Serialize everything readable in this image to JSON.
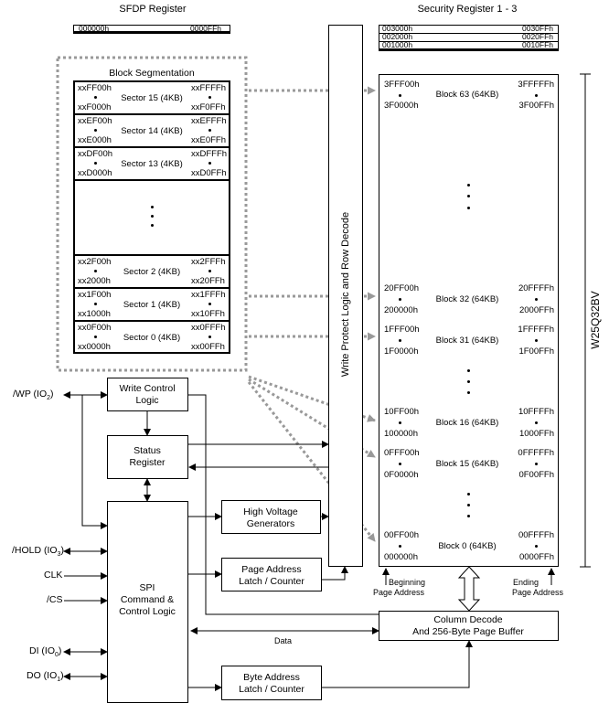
{
  "sfdp": {
    "title": "SFDP Register",
    "start": "000000h",
    "end": "0000FFh"
  },
  "security": {
    "title": "Security Register 1 - 3",
    "rows": [
      {
        "start": "003000h",
        "end": "0030FFh"
      },
      {
        "start": "002000h",
        "end": "0020FFh"
      },
      {
        "start": "001000h",
        "end": "0010FFh"
      }
    ]
  },
  "segmentation": {
    "title": "Block Segmentation",
    "sectors": [
      {
        "tl": "xxFF00h",
        "tr": "xxFFFFh",
        "label": "Sector 15 (4KB)",
        "bl": "xxF000h",
        "br": "xxF0FFh"
      },
      {
        "tl": "xxEF00h",
        "tr": "xxEFFFh",
        "label": "Sector 14 (4KB)",
        "bl": "xxE000h",
        "br": "xxE0FFh"
      },
      {
        "tl": "xxDF00h",
        "tr": "xxDFFFh",
        "label": "Sector 13 (4KB)",
        "bl": "xxD000h",
        "br": "xxD0FFh"
      },
      {
        "tl": "xx2F00h",
        "tr": "xx2FFFh",
        "label": "Sector 2 (4KB)",
        "bl": "xx2000h",
        "br": "xx20FFh"
      },
      {
        "tl": "xx1F00h",
        "tr": "xx1FFFh",
        "label": "Sector 1 (4KB)",
        "bl": "xx1000h",
        "br": "xx10FFh"
      },
      {
        "tl": "xx0F00h",
        "tr": "xx0FFFh",
        "label": "Sector 0 (4KB)",
        "bl": "xx0000h",
        "br": "xx00FFh"
      }
    ]
  },
  "blocks": [
    {
      "tl": "3FFF00h",
      "tr": "3FFFFFh",
      "label": "Block 63 (64KB)",
      "bl": "3F0000h",
      "br": "3F00FFh"
    },
    {
      "tl": "20FF00h",
      "tr": "20FFFFh",
      "label": "Block 32 (64KB)",
      "bl": "200000h",
      "br": "2000FFh"
    },
    {
      "tl": "1FFF00h",
      "tr": "1FFFFFh",
      "label": "Block 31 (64KB)",
      "bl": "1F0000h",
      "br": "1F00FFh"
    },
    {
      "tl": "10FF00h",
      "tr": "10FFFFh",
      "label": "Block 16 (64KB)",
      "bl": "100000h",
      "br": "1000FFh"
    },
    {
      "tl": "0FFF00h",
      "tr": "0FFFFFh",
      "label": "Block 15 (64KB)",
      "bl": "0F0000h",
      "br": "0F00FFh"
    },
    {
      "tl": "00FF00h",
      "tr": "00FFFFh",
      "label": "Block 0 (64KB)",
      "bl": "000000h",
      "br": "0000FFh"
    }
  ],
  "chip_name": "W25Q32BV",
  "row_decode": "Write Protect Logic and Row Decode",
  "blocks_ui": {
    "write_control_1": "Write Control",
    "write_control_2": "Logic",
    "status_1": "Status",
    "status_2": "Register",
    "hv_1": "High Voltage",
    "hv_2": "Generators",
    "page_addr_1": "Page Address",
    "page_addr_2": "Latch / Counter",
    "spi_1": "SPI",
    "spi_2": "Command &",
    "spi_3": "Control Logic",
    "byte_addr_1": "Byte Address",
    "byte_addr_2": "Latch / Counter",
    "col_1": "Column Decode",
    "col_2": "And 256-Byte Page Buffer",
    "data_label": "Data",
    "beg_1": "Beginning",
    "beg_2": "Page Address",
    "end_1": "Ending",
    "end_2": "Page Address"
  },
  "pins": {
    "wp": "/WP (IO",
    "wp_sub": "2",
    "hold": "/HOLD (IO",
    "hold_sub": "3",
    "clk": "CLK",
    "cs": "/CS",
    "di": "DI (IO",
    "di_sub": "0",
    "do": "DO (IO",
    "do_sub": "1",
    "close": ")"
  }
}
